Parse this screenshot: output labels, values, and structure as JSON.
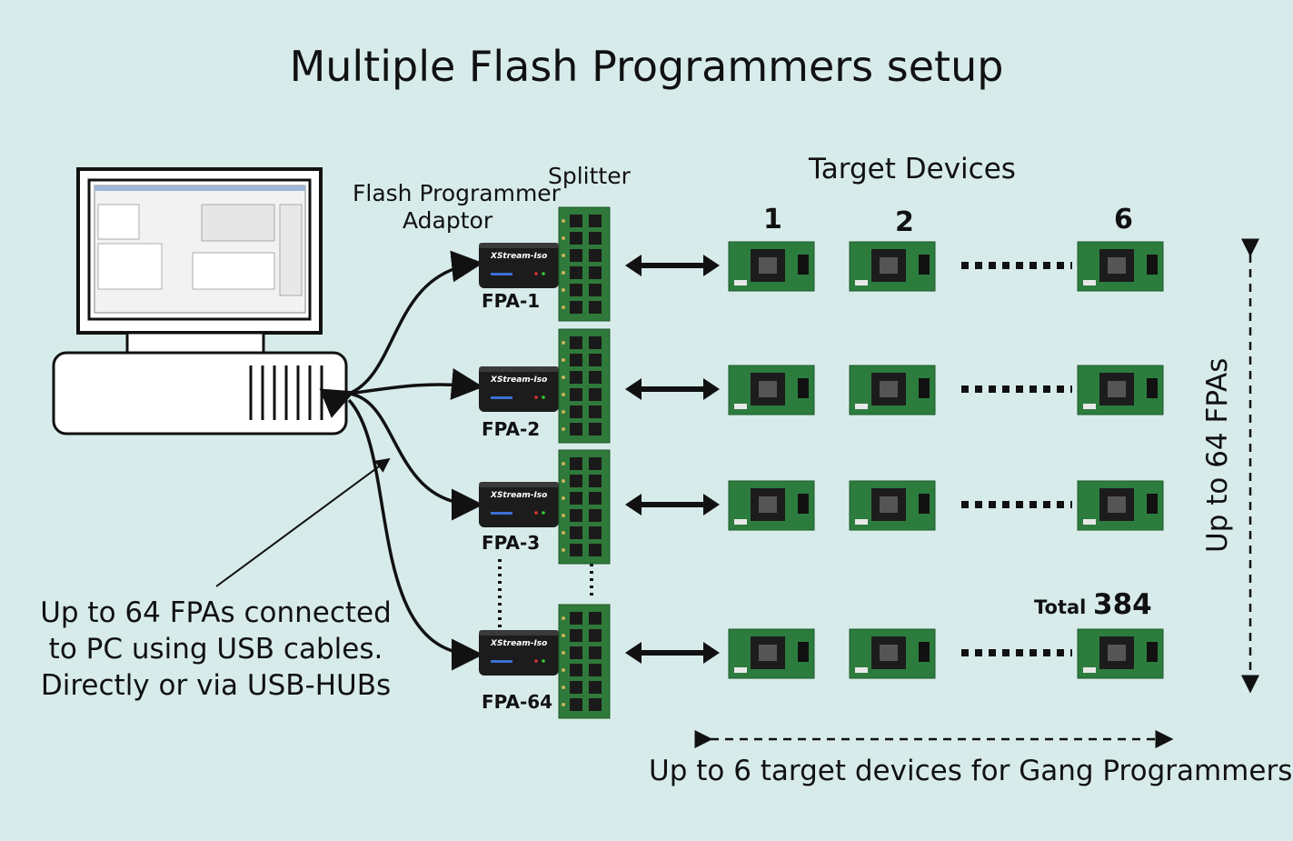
{
  "title": "Multiple Flash Programmers setup",
  "labels": {
    "adaptor_line1": "Flash Programmer",
    "adaptor_line2": "Adaptor",
    "splitter": "Splitter",
    "target_devices": "Target Devices",
    "col1": "1",
    "col2": "2",
    "col6": "6",
    "total_word": "Total",
    "total_value": "384",
    "note_line1": "Up to 64 FPAs connected",
    "note_line2": "to PC using USB cables.",
    "note_line3": "Directly or via USB-HUBs",
    "vertical": "Up to 64 FPAs",
    "horizontal": "Up to 6 target devices for Gang Programmers"
  },
  "fpas": [
    {
      "label": "FPA-1",
      "brand": "XStream-Iso"
    },
    {
      "label": "FPA-2",
      "brand": "XStream-Iso"
    },
    {
      "label": "FPA-3",
      "brand": "XStream-Iso"
    },
    {
      "label": "FPA-64",
      "brand": "XStream-Iso"
    }
  ],
  "colors": {
    "background": "#d8ebeb",
    "board": "#2f7a3a",
    "adaptor": "#1c1c1c",
    "line": "#111111"
  }
}
